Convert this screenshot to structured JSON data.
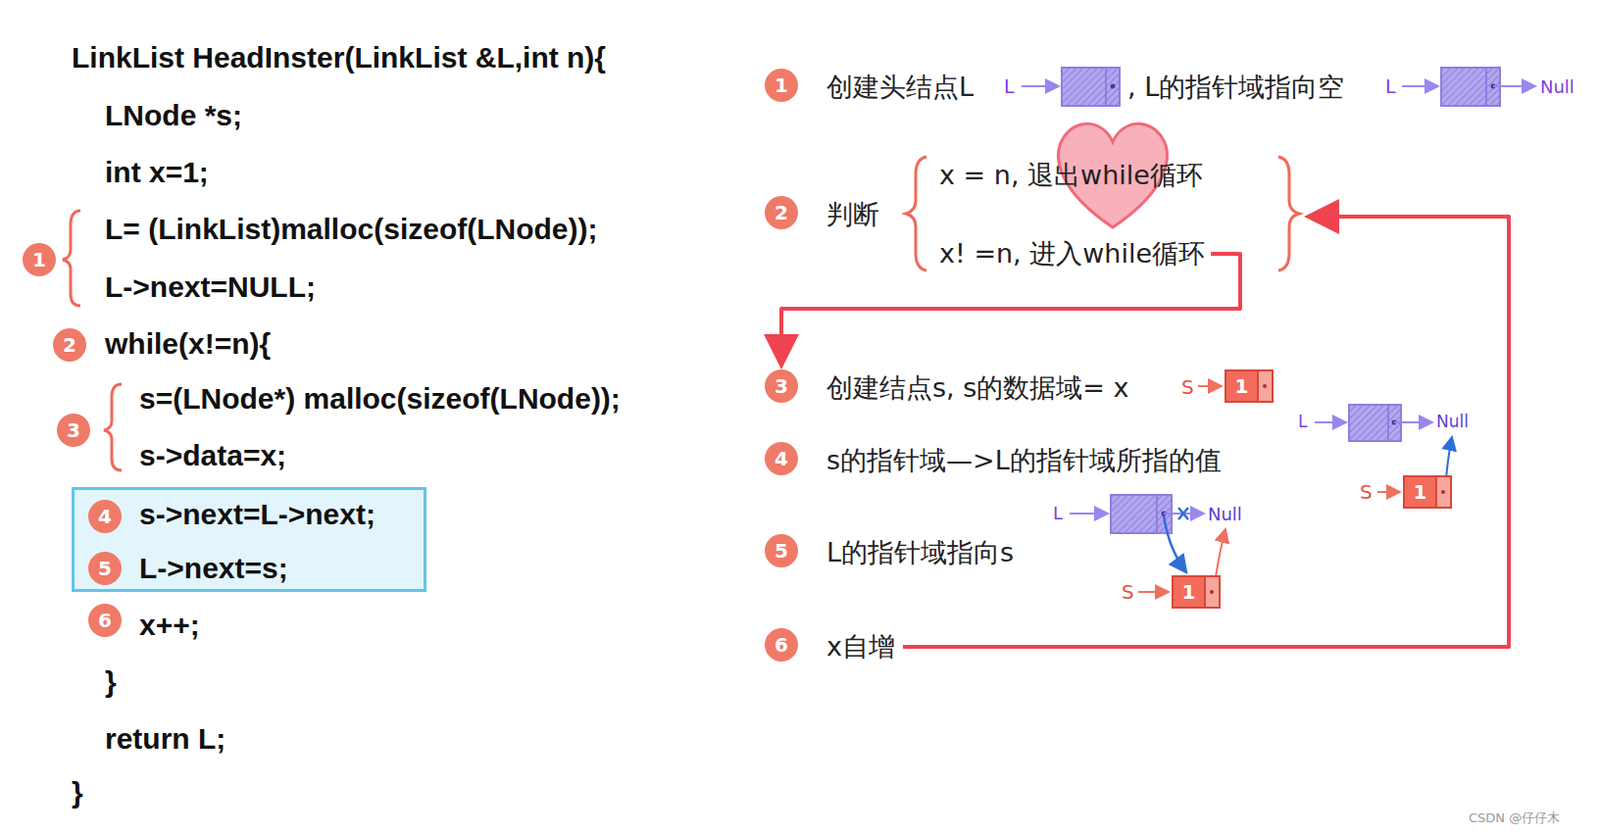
{
  "diagram": {
    "nodes": [
      {
        "text": [
          "1"
        ]
      },
      {
        "text": [
          "2"
        ]
      },
      {
        "text": [
          "3"
        ]
      },
      {
        "text": [
          "s->next=L->next;",
          "L->next=s;"
        ]
      },
      {
        "text": [
          "4"
        ],
        "in": 3
      },
      {
        "text": [
          "5"
        ],
        "in": 3
      },
      {
        "text": [
          "6"
        ]
      },
      {
        "text": [
          "1"
        ]
      },
      {
        "text": [
          "2"
        ]
      },
      {
        "text": [
          "3"
        ]
      },
      {
        "text": [
          "1"
        ]
      },
      {
        "text": [
          "4"
        ]
      },
      {
        "text": [
          "1"
        ]
      },
      {
        "text": [
          "5"
        ]
      },
      {
        "text": [
          "1"
        ]
      },
      {
        "text": [
          "6"
        ]
      }
    ],
    "labels": [
      "LinkList HeadInster(LinkList &L,int n){",
      "LNode *s;",
      "int x=1;",
      "L= (LinkList)malloc(sizeof(LNode));",
      "L->next=NULL;",
      "while(x!=n){",
      "s=(LNode*) malloc(sizeof(LNode));",
      "s->data=x;",
      "x++;",
      "}",
      "return L;",
      "}",
      "创建头结点L",
      "L",
      ", L的指针域指向空",
      "L",
      "Null",
      "判断",
      "x = n, 退出while循环",
      "x! =n, 进入while循环",
      "创建结点s, s的数据域= x",
      "S",
      "s的指针域—>L的指针域所指的值",
      "L",
      "Null",
      "S",
      "L的指针域指向s",
      "L",
      "Null",
      "S",
      "x自增",
      "CSDN @仔仔木"
    ]
  }
}
